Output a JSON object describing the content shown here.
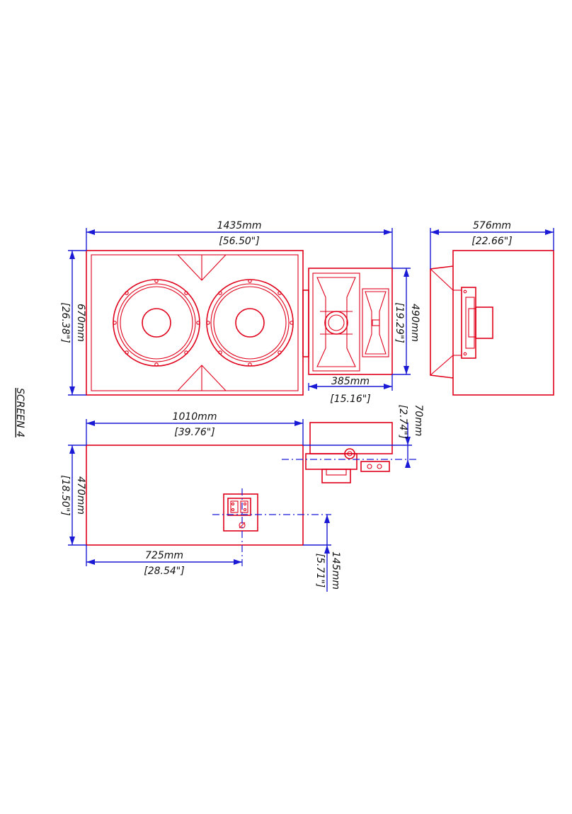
{
  "sheet": {
    "title": "SCREEN  4",
    "colors": {
      "outline": "#e0001b",
      "dimension": "#1a1ad6",
      "text": "#111111"
    }
  },
  "dimensions": {
    "front_width": {
      "mm": "1435mm",
      "inch": "[56.50\"]"
    },
    "front_height": {
      "mm": "670mm",
      "inch": "[26.38\"]"
    },
    "side_depth": {
      "mm": "576mm",
      "inch": "[22.66\"]"
    },
    "hf_height": {
      "mm": "490mm",
      "inch": "[19.29\"]"
    },
    "hf_width": {
      "mm": "385mm",
      "inch": "[15.16\"]"
    },
    "top_width": {
      "mm": "1010mm",
      "inch": "[39.76\"]"
    },
    "top_height": {
      "mm": "470mm",
      "inch": "[18.50\"]"
    },
    "rear_offset": {
      "mm": "70mm",
      "inch": "[2.74\"]"
    },
    "panel_offset": {
      "mm": "725mm",
      "inch": "[28.54\"]"
    },
    "panel_height": {
      "mm": "145mm",
      "inch": "[5.71\"]"
    }
  }
}
